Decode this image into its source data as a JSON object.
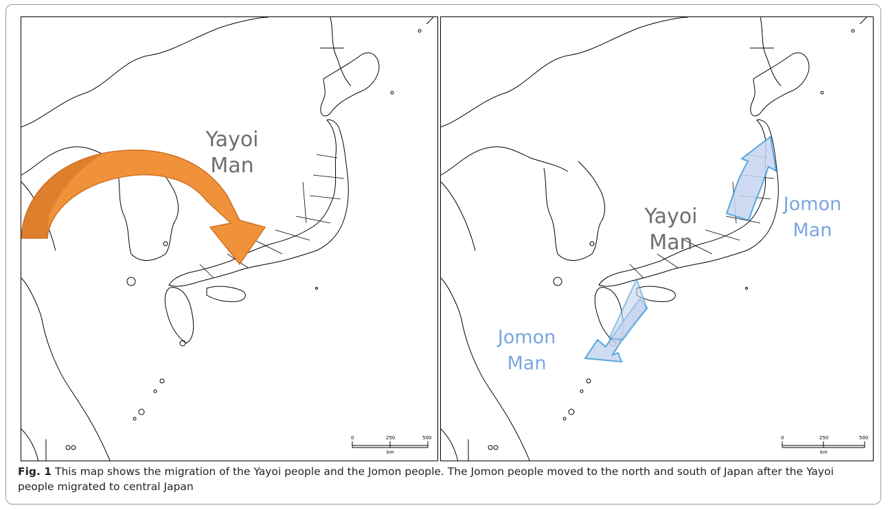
{
  "figure": {
    "caption_label": "Fig. 1",
    "caption_text": " This map shows the migration of the Yayoi people and the Jomon people. The Jomon people moved to the north and south of Japan after the Yayoi people migrated to central Japan"
  },
  "left_map": {
    "label_line1": "Yayoi",
    "label_line2": "Man",
    "label_color": "#6e6e6e",
    "arrow_color": "#f0923a",
    "arrow_shadow_color": "#d06f22"
  },
  "right_map": {
    "yayoi_line1": "Yayoi",
    "yayoi_line2": "Man",
    "yayoi_color": "#6e6e6e",
    "jomon_north_line1": "Jomon",
    "jomon_north_line2": "Man",
    "jomon_south_line1": "Jomon",
    "jomon_south_line2": "Man",
    "jomon_color": "#7aa6e0",
    "arrow_fill": "#c6d5f0",
    "arrow_stroke": "#3a98d8"
  },
  "scale_bar": {
    "tick_0": "0",
    "tick_mid": "250",
    "tick_end": "500",
    "unit": "km"
  }
}
